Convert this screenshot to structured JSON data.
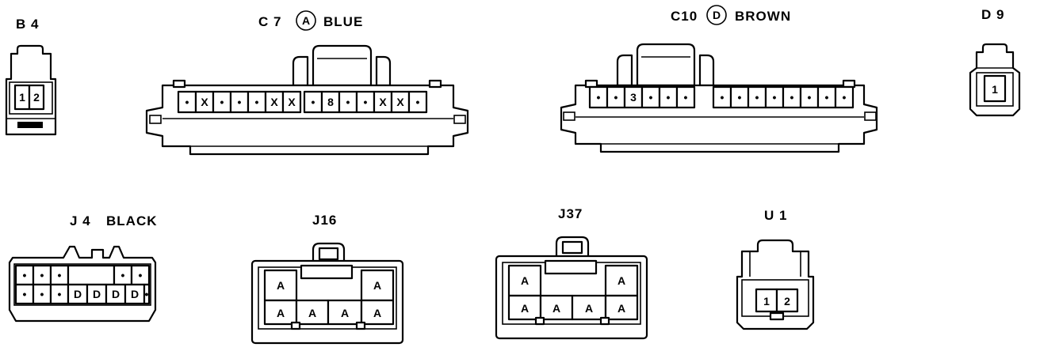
{
  "connectors": {
    "b4": {
      "name": "B 4",
      "pins": [
        "1",
        "2"
      ]
    },
    "c7": {
      "name": "C 7",
      "badge": "A",
      "color": "BLUE",
      "pins": [
        "•",
        "X",
        "•",
        "•",
        "•",
        "X",
        "X",
        "•",
        "8",
        "•",
        "•",
        "X",
        "X",
        "•"
      ]
    },
    "c10": {
      "name": "C10",
      "badge": "D",
      "color": "BROWN",
      "pins": [
        "•",
        "•",
        "3",
        "•",
        "•",
        "•",
        "•",
        "•",
        "•",
        "•",
        "•",
        "•",
        "•",
        "•"
      ]
    },
    "d9": {
      "name": "D 9",
      "pins": [
        "1"
      ]
    },
    "j4": {
      "name": "J 4",
      "color": "BLACK",
      "top": [
        "•",
        "•",
        "•",
        "",
        "",
        "",
        "",
        "•",
        "•"
      ],
      "bottom": [
        "•",
        "•",
        "•",
        "D",
        "D",
        "D",
        "D",
        "•"
      ]
    },
    "j16": {
      "name": "J16",
      "pins": [
        "A",
        "A",
        "A",
        "A",
        "A",
        "A"
      ]
    },
    "j37": {
      "name": "J37",
      "pins": [
        "A",
        "A",
        "A",
        "A",
        "A",
        "A"
      ]
    },
    "u1": {
      "name": "U 1",
      "pins": [
        "1",
        "2"
      ]
    }
  }
}
